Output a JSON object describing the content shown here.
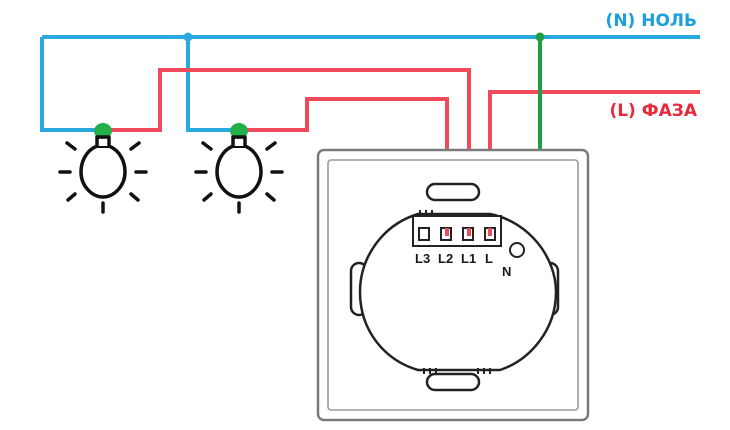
{
  "labels": {
    "neutral": "(N) НОЛЬ",
    "phase": "(L) ФАЗА"
  },
  "terminals": {
    "l3": "L3",
    "l2": "L2",
    "l1": "L1",
    "l": "L",
    "n": "N"
  },
  "colors": {
    "neutral_wire": "#2aa8e0",
    "phase_wire": "#f04a5a",
    "ground_wire": "#1f9e46",
    "neutral_label": "#1aa0dc",
    "phase_label": "#e8293a",
    "lamp_cap": "#22b04a",
    "outline": "#111111"
  },
  "icons": {
    "lamp": "light-bulb-icon",
    "junction": "junction-dot"
  }
}
